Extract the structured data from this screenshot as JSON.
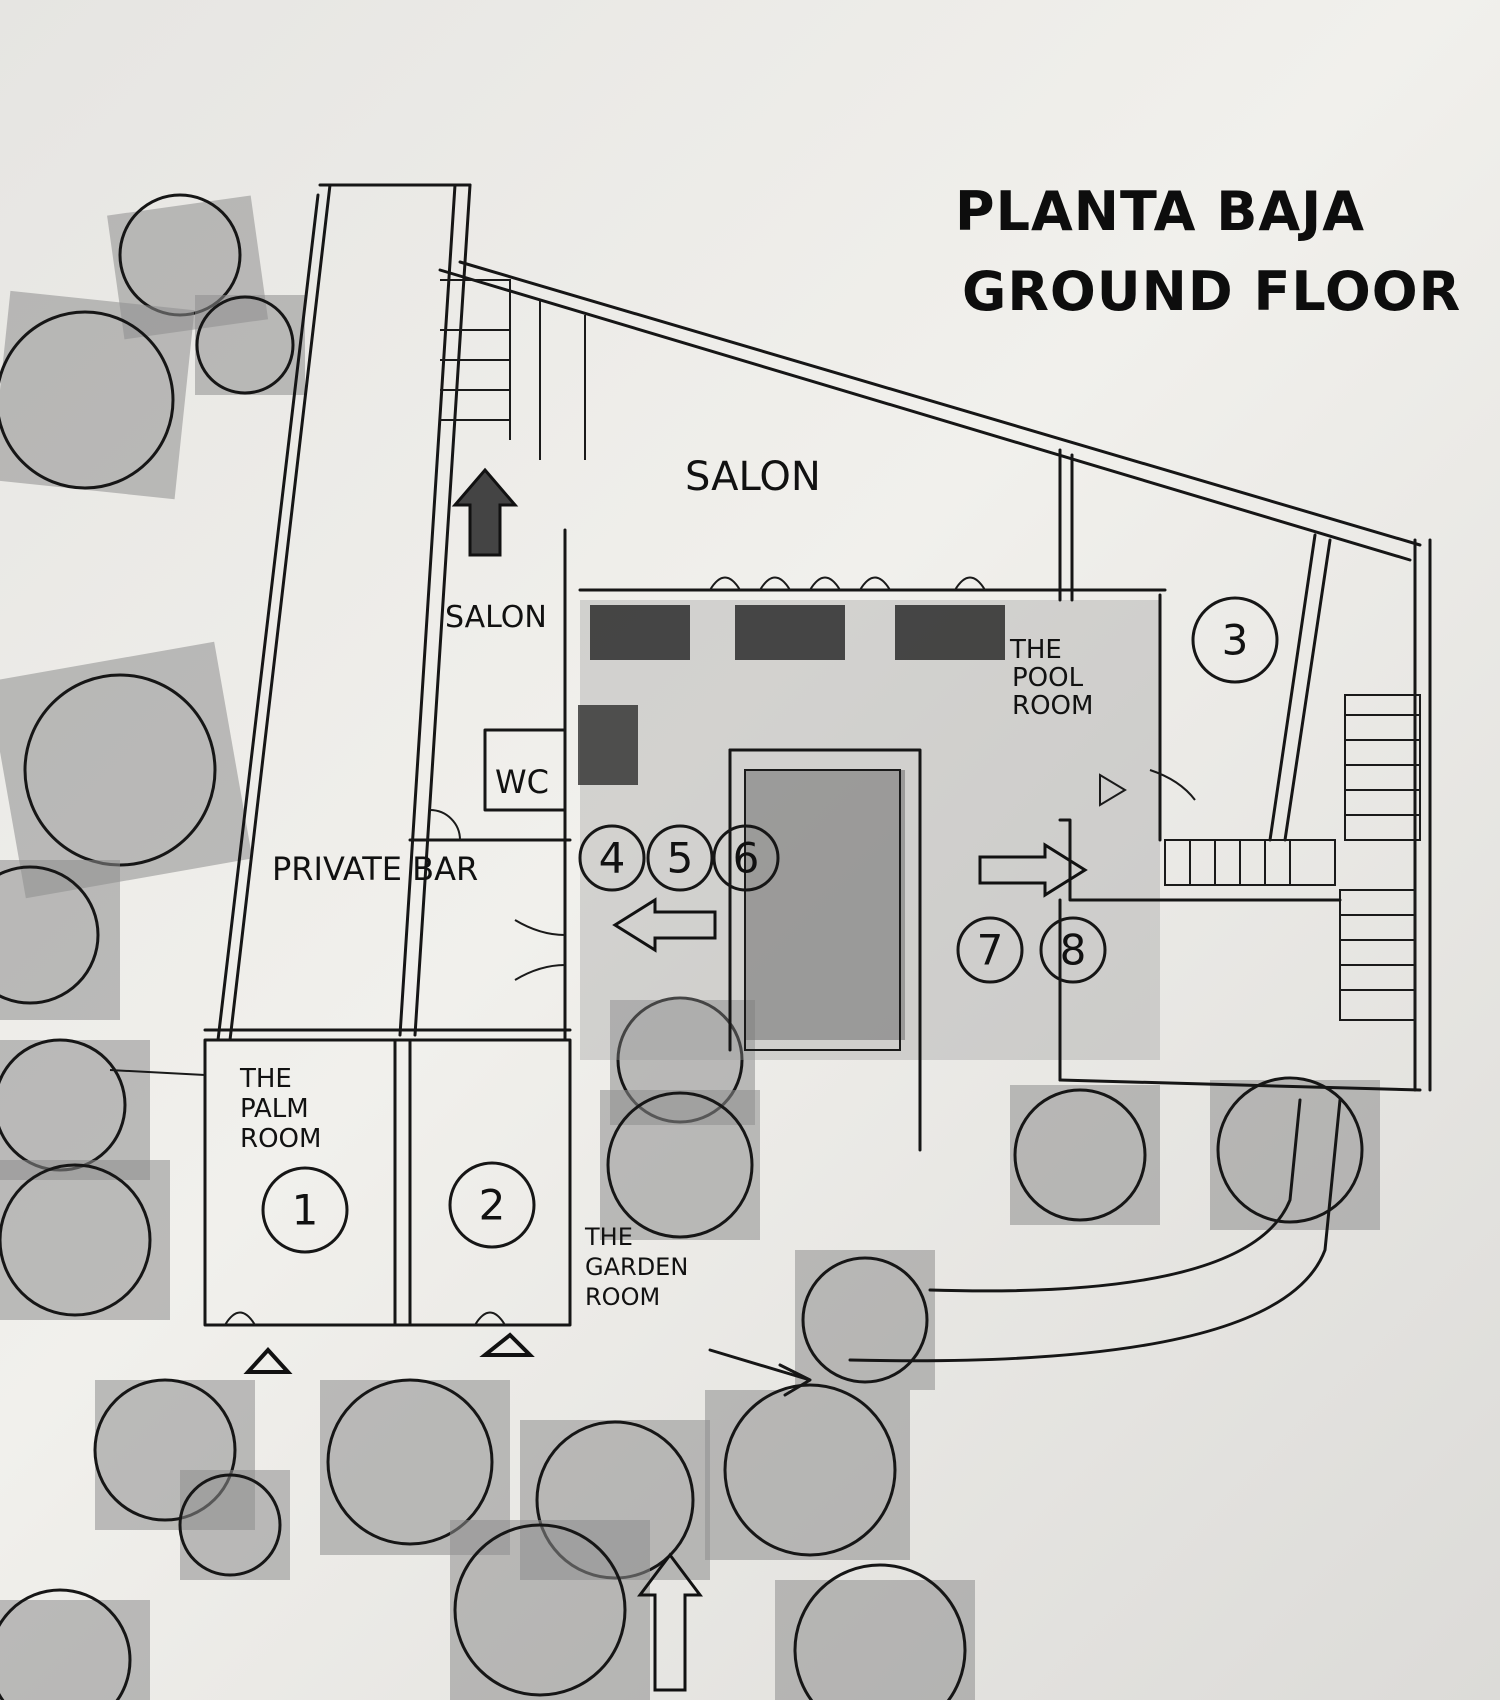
{
  "title": {
    "line1": "PLANTA BAJA",
    "line2": "GROUND FLOOR"
  },
  "labels": {
    "salon_main": "SALON",
    "salon_small": "SALON",
    "wc": "WC",
    "private_bar": "PRIVATE BAR",
    "pool_room": [
      "THE",
      "POOL",
      "ROOM"
    ],
    "palm_room": [
      "THE",
      "PALM",
      "ROOM"
    ],
    "garden_room": [
      "THE",
      "GARDEN",
      "ROOM"
    ]
  },
  "markers": [
    "1",
    "2",
    "3",
    "4",
    "5",
    "6",
    "7",
    "8"
  ],
  "colors": {
    "ink": "#161616",
    "wash": "#8e8e8e",
    "paper": "#eceae6"
  }
}
